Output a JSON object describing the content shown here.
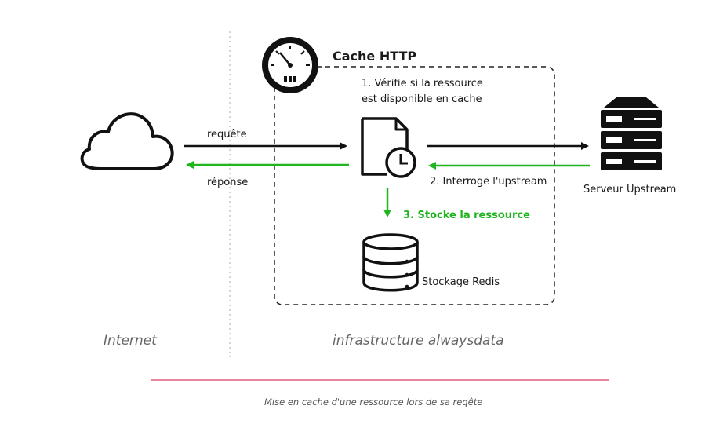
{
  "cache": {
    "title": "Cache HTTP",
    "step1_line1": "1. Vérifie si la ressource",
    "step1_line2": "est disponible en cache",
    "step2": "2. Interroge l'upstream",
    "step3": "3. Stocke la ressource"
  },
  "flow": {
    "request": "requête",
    "response": "réponse"
  },
  "server": {
    "label": "Serveur Upstream"
  },
  "storage": {
    "label": "Stockage Redis"
  },
  "zones": {
    "internet": "Internet",
    "infra": "infrastructure alwaysdata"
  },
  "caption": "Mise en cache d'une ressource lors de sa reqête",
  "colors": {
    "ink": "#111111",
    "green": "#1fb51f",
    "accent_line": "#e0607e",
    "muted": "#666666"
  },
  "icons": [
    "cloud-icon",
    "stopwatch-icon",
    "document-clock-icon",
    "server-icon",
    "database-icon"
  ]
}
